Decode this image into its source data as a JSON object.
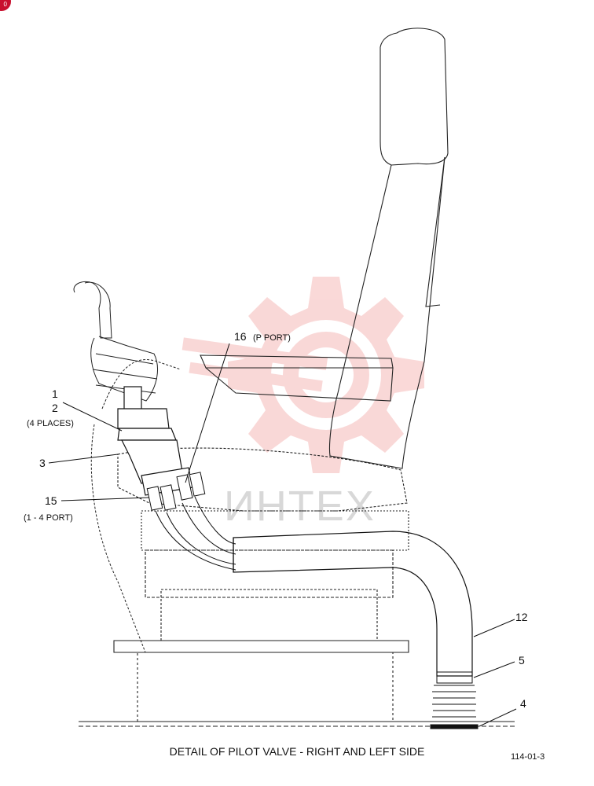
{
  "badge": {
    "text": "0"
  },
  "watermark": {
    "text": "ИНТЕХ",
    "color": "#e8504f"
  },
  "callouts": [
    {
      "id": "1",
      "text": "1"
    },
    {
      "id": "2",
      "text": "2"
    },
    {
      "id": "2-note",
      "text": "(4 PLACES)"
    },
    {
      "id": "3",
      "text": "3"
    },
    {
      "id": "15",
      "text": "15"
    },
    {
      "id": "15-note",
      "text": "(1 - 4 PORT)"
    },
    {
      "id": "16",
      "text": "16"
    },
    {
      "id": "16-note",
      "text": "(P PORT)"
    },
    {
      "id": "12",
      "text": "12"
    },
    {
      "id": "5",
      "text": "5"
    },
    {
      "id": "4",
      "text": "4"
    }
  ],
  "caption": "DETAIL OF PILOT VALVE - RIGHT AND LEFT SIDE",
  "figure_number": "114-01-3"
}
